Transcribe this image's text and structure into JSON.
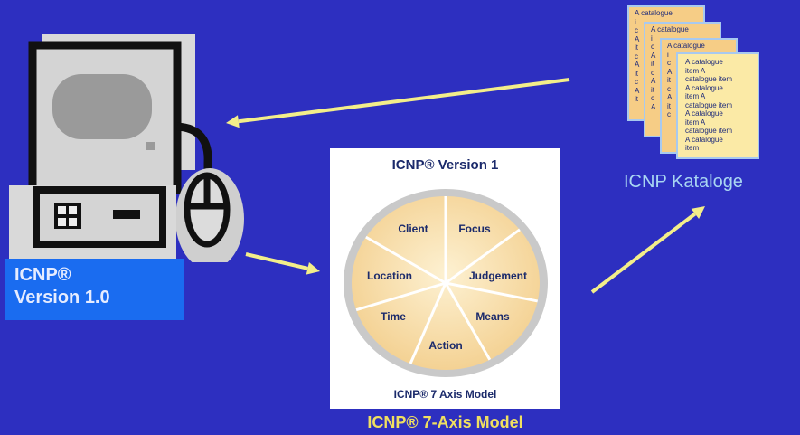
{
  "computer": {
    "label_line1": "ICNP®",
    "label_line2": "Version 1.0"
  },
  "model": {
    "title": "ICNP® Version 1",
    "axes": [
      "Client",
      "Focus",
      "Judgement",
      "Means",
      "Action",
      "Time",
      "Location"
    ],
    "footer": "ICNP® 7 Axis Model",
    "caption": "ICNP® 7-Axis Model"
  },
  "catalogs": {
    "card_heading": "A catalogue",
    "front_lines": [
      "A catalogue",
      "item A",
      "catalogue item",
      "A catalogue",
      "item A",
      "catalogue item",
      "A catalogue",
      "item A",
      "catalogue item",
      "A catalogue",
      "item"
    ],
    "caption": "ICNP Kataloge"
  },
  "colors": {
    "background": "#2d2fc0",
    "arrow": "#f3ee8a",
    "wheel_fill": "#f6d9a1",
    "version_box": "#1a6cf0"
  }
}
